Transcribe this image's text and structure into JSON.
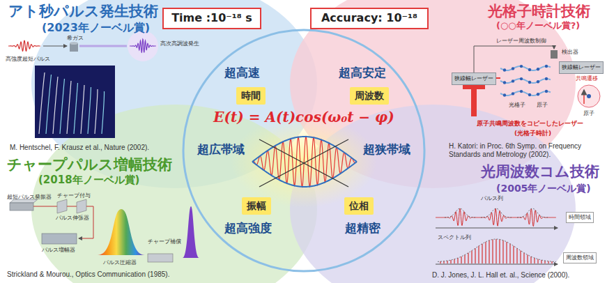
{
  "diagram": {
    "nodes": [
      {
        "text": [
          "Time :10⁻¹⁸ s"
        ]
      },
      {
        "text": [
          "Accuracy: 10⁻¹⁸"
        ]
      },
      {
        "text": [
          "超高速",
          "超高安定",
          "E(t) = A(t)cos(ω₀t − φ)",
          "超広帯域",
          "超狭帯域",
          "超高強度",
          "超精密"
        ]
      },
      {
        "text": [
          "時間"
        ],
        "in": 2
      },
      {
        "text": [
          "周波数"
        ],
        "in": 2
      },
      {
        "text": [
          "振幅"
        ],
        "in": 2
      },
      {
        "text": [
          "位相"
        ],
        "in": 2
      },
      {
        "text": [
          "狭線幅レーザー"
        ]
      },
      {
        "text": [
          "狭線幅レーザー"
        ]
      },
      {
        "text": [
          "時間領域"
        ]
      },
      {
        "text": [
          "周波数領域"
        ]
      }
    ],
    "labels": [
      "アト秒パルス発生技術",
      "(2023年ノーベル賞)",
      "高強度超短パルス",
      "希ガス",
      "高次高調波発生",
      "M. Hentschel, F. Krausz et al., Nature (2002).",
      "光格子時計技術",
      "(○○年ノーベル賞?)",
      "レーザー周波数制御",
      "検出器",
      "光格子",
      "原子",
      "共鳴遷移",
      "原子",
      "原子共鳴周波数をコピーしたレーザー",
      "(光格子時計)",
      "H. Katori: in Proc. 6th Symp. on Frequency Standards and Metrology (2002).",
      "チャープパルス増幅技術",
      "(2018年ノーベル賞)",
      "超短パルス発振器",
      "チャープ付与",
      "パルス伸張器",
      "パルス増幅器",
      "チャープ補償",
      "パルス圧縮器",
      "Strickland & Mourou., Optics Communication (1985).",
      "光周波数コム技術",
      "(2005年ノーベル賞)",
      "パルス列",
      "スペクトル列",
      "D. J. Jones, J. L. Hall et. al., Science (2000)."
    ]
  }
}
